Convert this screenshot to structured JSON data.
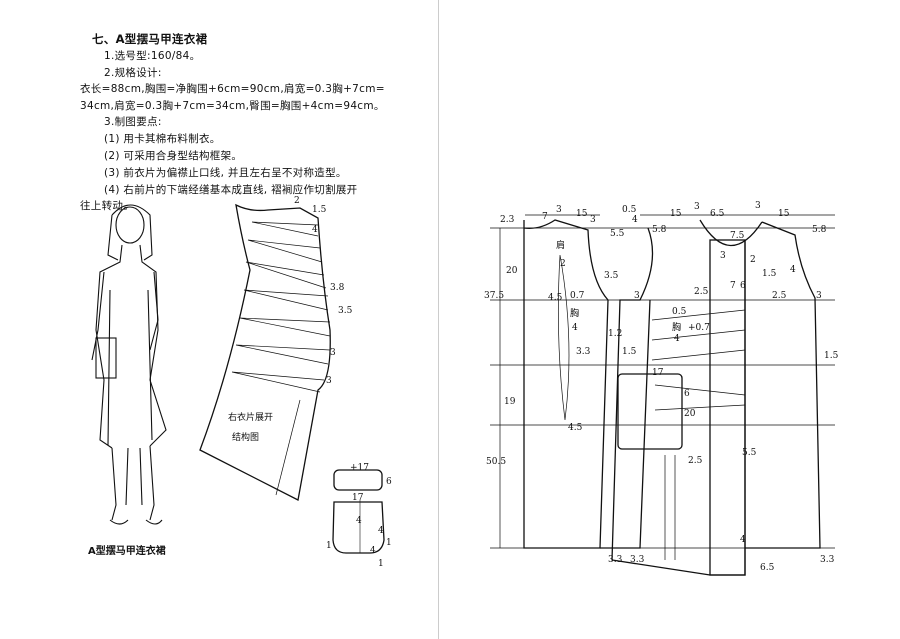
{
  "text": {
    "title": "七、A型摆马甲连衣裙",
    "l1": "1.选号型:160/84。",
    "l2": "2.规格设计:",
    "l3": "衣长=88cm,胸围=净胸围+6cm=90cm,肩宽=0.3胸+7cm=",
    "l4": "34cm,肩宽=0.3胸+7cm=34cm,臀围=胸围+4cm=94cm。",
    "l5": "3.制图要点:",
    "p1": "(1) 用卡其棉布料制衣。",
    "p2": "(2) 可采用合身型结构框架。",
    "p3": "(3) 前衣片为偏襟止口线, 并且左右呈不对称造型。",
    "p4": "(4) 右前片的下端经缮基本成直线, 褶裥应作切割展开",
    "p5": "往上转动。"
  },
  "figure_caption": "A型摆马甲连衣裙",
  "left_draft": {
    "labels": [
      "2",
      "1.5",
      "4",
      "3.8",
      "3.5",
      "3",
      "3",
      "右衣片展开",
      "结构图"
    ],
    "pocket_labels": [
      "+17",
      "6",
      "17",
      "4",
      "4",
      "4",
      "1",
      "1",
      "1"
    ]
  },
  "right_draft": {
    "labels": [
      "2.3",
      "7",
      "3",
      "15",
      "0.5",
      "4",
      "15",
      "3",
      "6.5",
      "3",
      "15",
      "5.5",
      "5.8",
      "7.5",
      "5.8",
      "20",
      "37.5",
      "19",
      "50.5",
      "肩",
      "2",
      "3.5",
      "0.7",
      "胸",
      "4",
      "4.5",
      "1.2",
      "3.3",
      "1.5",
      "3",
      "2.5",
      "7",
      "6",
      "0.5",
      "胸",
      "4",
      "+0.7",
      "1.5",
      "2.5",
      "3",
      "4",
      "2",
      "1.5",
      "17",
      "6",
      "20",
      "4.5",
      "2.5",
      "5.5",
      "4",
      "3.3",
      "3.3",
      "6.5",
      "3.3",
      "3",
      "3"
    ]
  }
}
